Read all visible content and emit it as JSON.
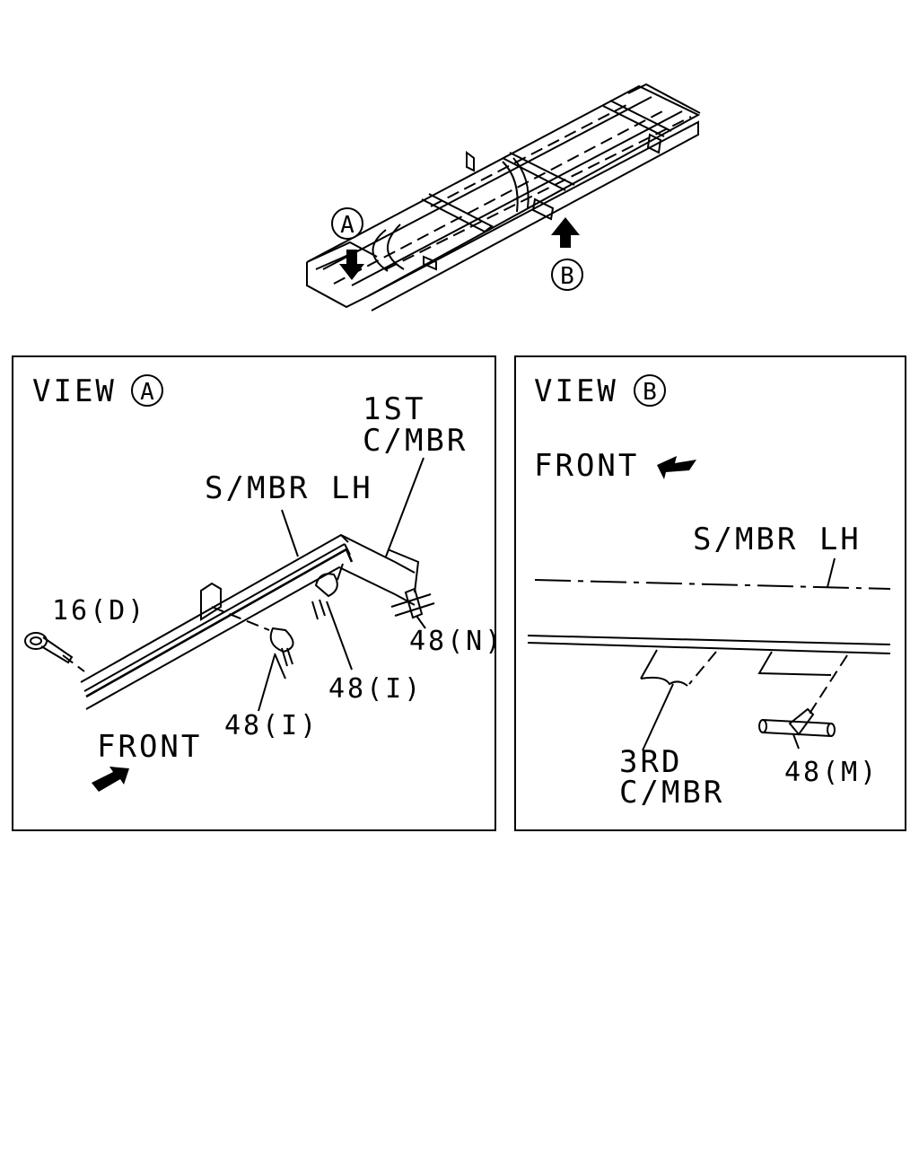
{
  "overview": {
    "marker_a": "A",
    "marker_b": "B"
  },
  "view_a": {
    "title_prefix": "VIEW",
    "title_marker": "A",
    "label_1st_line1": "1ST",
    "label_1st_line2": "C/MBR",
    "label_smbr": "S/MBR LH",
    "label_16d": "16(D)",
    "label_48n": "48(N)",
    "label_48i_upper": "48(I)",
    "label_48i_lower": "48(I)",
    "front": "FRONT"
  },
  "view_b": {
    "title_prefix": "VIEW",
    "title_marker": "B",
    "front": "FRONT",
    "label_smbr": "S/MBR LH",
    "label_3rd_line1": "3RD",
    "label_3rd_line2": "C/MBR",
    "label_48m": "48(M)"
  }
}
